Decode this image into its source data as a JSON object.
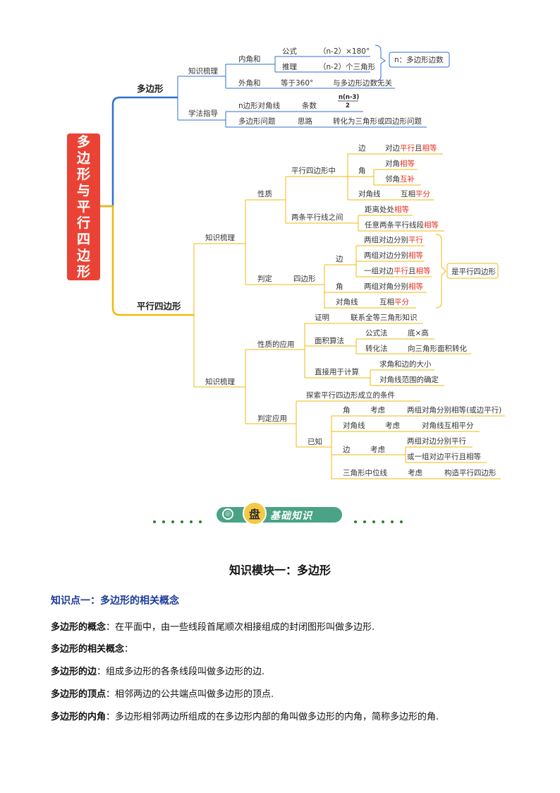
{
  "mindmap": {
    "root": "多边形与平行四边形",
    "polygon": {
      "label": "多边形",
      "knowledge": "知识梳理",
      "interior": "内角和",
      "formula": "公式",
      "formula_value": "（n-2）×180°",
      "reasoning": "推理",
      "reasoning_value": "（n-2）个三角形",
      "note": "n：多边形边数",
      "exterior": "外角和",
      "exterior_value": "等于360°",
      "exterior_note": "与多边形边数无关",
      "method": "学法指导",
      "diagonals": "n边形对角线",
      "count": "条数",
      "count_formula_num": "n(n-3)",
      "count_formula_den": "2",
      "problem": "多边形问题",
      "idea": "思路",
      "idea_value": "转化为三角形或四边形问题"
    },
    "parallelogram": {
      "label": "平行四边形",
      "knowledge1": "知识梳理",
      "property": "性质",
      "in_pgram": "平行四边形中",
      "side": "边",
      "side_value_a": "对边",
      "side_value_b": "平行",
      "side_value_c": "且",
      "side_value_d": "相等",
      "angle": "角",
      "opp_angle_a": "对角",
      "opp_angle_b": "相等",
      "adj_angle_a": "邻角",
      "adj_angle_b": "互补",
      "diagonal": "对角线",
      "bisect_a": "互相",
      "bisect_b": "平分",
      "between_lines": "两条平行线之间",
      "dist_a": "距离处处",
      "dist_b": "相等",
      "segment_a": "任意两条平行线段",
      "segment_b": "相等",
      "judge": "判定",
      "quad": "四边形",
      "j_side": "边",
      "j1_a": "两组对边分别",
      "j1_b": "平行",
      "j2_a": "两组对边分别",
      "j2_b": "相等",
      "j3_a": "一组对边",
      "j3_b": "平行",
      "j3_c": "且",
      "j3_d": "相等",
      "j_angle": "角",
      "j4_a": "两组对角分别",
      "j4_b": "相等",
      "j_diag": "对角线",
      "j5_a": "互相",
      "j5_b": "平分",
      "is_pgram": "是平行四边形",
      "knowledge2": "知识梳理",
      "app": "性质的应用",
      "proof": "证明",
      "proof_value": "联系全等三角形知识",
      "area": "面积算法",
      "area_formula": "公式法",
      "area_formula_value": "底×高",
      "area_convert": "转化法",
      "area_convert_value": "向三角形面积转化",
      "direct": "直接用于计算",
      "direct_1": "求角和边的大小",
      "direct_2": "对角线范围的确定",
      "judge_app": "判定应用",
      "explore": "探索平行四边形成立的条件",
      "known": "已知",
      "k_angle": "角",
      "k_consider1": "考虑",
      "k_angle_value": "两组对角分别相等(或边平行)",
      "k_diag": "对角线",
      "k_consider2": "考虑",
      "k_diag_value": "对角线互相平分",
      "k_side": "边",
      "k_consider3": "考虑",
      "k_side_1": "两组对边分别平行",
      "k_side_2": "或一组对边平行且相等",
      "k_mid": "三角形中位线",
      "k_consider4": "考虑",
      "k_mid_value": "构造平行四边形"
    }
  },
  "banner": {
    "label": "基础知识",
    "center": "盘"
  },
  "section_title": "知识模块一：多边形",
  "point_title": "知识点一：多边形的相关概念",
  "paragraphs": [
    {
      "term": "多边形的概念",
      "text": "：在平面中，由一些线段首尾顺次相接组成的封闭图形叫做多边形."
    },
    {
      "term": "多边形的相关概念",
      "text": "："
    },
    {
      "term": "多边形的边",
      "text": "：组成多边形的各条线段叫做多边形的边."
    },
    {
      "term": "多边形的顶点",
      "text": "：相邻两边的公共端点叫做多边形的顶点."
    },
    {
      "term": "多边形的内角",
      "text": "：多边形相邻两边所组成的在多边形内部的角叫做多边形的内角，简称多边形的角."
    }
  ],
  "colors": {
    "polygon_branch": "#2f6fd1",
    "pgram_branch": "#f1b90c",
    "root": "#ea4335",
    "highlight": "#e0301e",
    "banner": "#4aa386"
  }
}
